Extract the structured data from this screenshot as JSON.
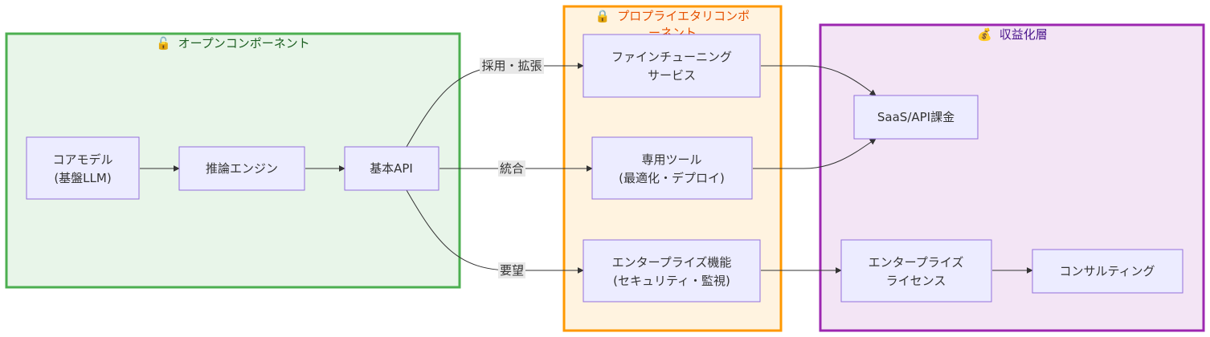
{
  "colors": {
    "node_fill": "#ECECFF",
    "node_stroke": "#9370DB",
    "edge": "#333333",
    "edge_label_bg": "#E8E8E8",
    "open_fill": "#E8F5E9",
    "open_stroke": "#4CAF50",
    "open_title": "#1B5E20",
    "proprietary_fill": "#FFF3E0",
    "proprietary_stroke": "#FF9800",
    "proprietary_title": "#E65100",
    "monetization_fill": "#F3E5F5",
    "monetization_stroke": "#9C27B0",
    "monetization_title": "#4A148C"
  },
  "groups": {
    "open": {
      "icon": "🔓",
      "title": "オープンコンポーネント"
    },
    "proprietary": {
      "icon": "🔒",
      "title_line1": "プロプライエタリコンポ",
      "title_line2": "ーネント"
    },
    "monetization": {
      "icon": "💰",
      "title": "収益化層"
    }
  },
  "nodes": {
    "core_model": {
      "line1": "コアモデル",
      "line2": "(基盤LLM)"
    },
    "inference_engine": {
      "line1": "推論エンジン"
    },
    "basic_api": {
      "line1": "基本API"
    },
    "finetune_service": {
      "line1": "ファインチューニング",
      "line2": "サービス"
    },
    "dedicated_tools": {
      "line1": "専用ツール",
      "line2": "(最適化・デプロイ)"
    },
    "enterprise_features": {
      "line1": "エンタープライズ機能",
      "line2": "(セキュリティ・監視)"
    },
    "saas_billing": {
      "line1": "SaaS/API課金"
    },
    "enterprise_license": {
      "line1": "エンタープライズ",
      "line2": "ライセンス"
    },
    "consulting": {
      "line1": "コンサルティング"
    }
  },
  "edge_labels": {
    "adopt_extend": "採用・拡張",
    "integrate": "統合",
    "request": "要望"
  }
}
